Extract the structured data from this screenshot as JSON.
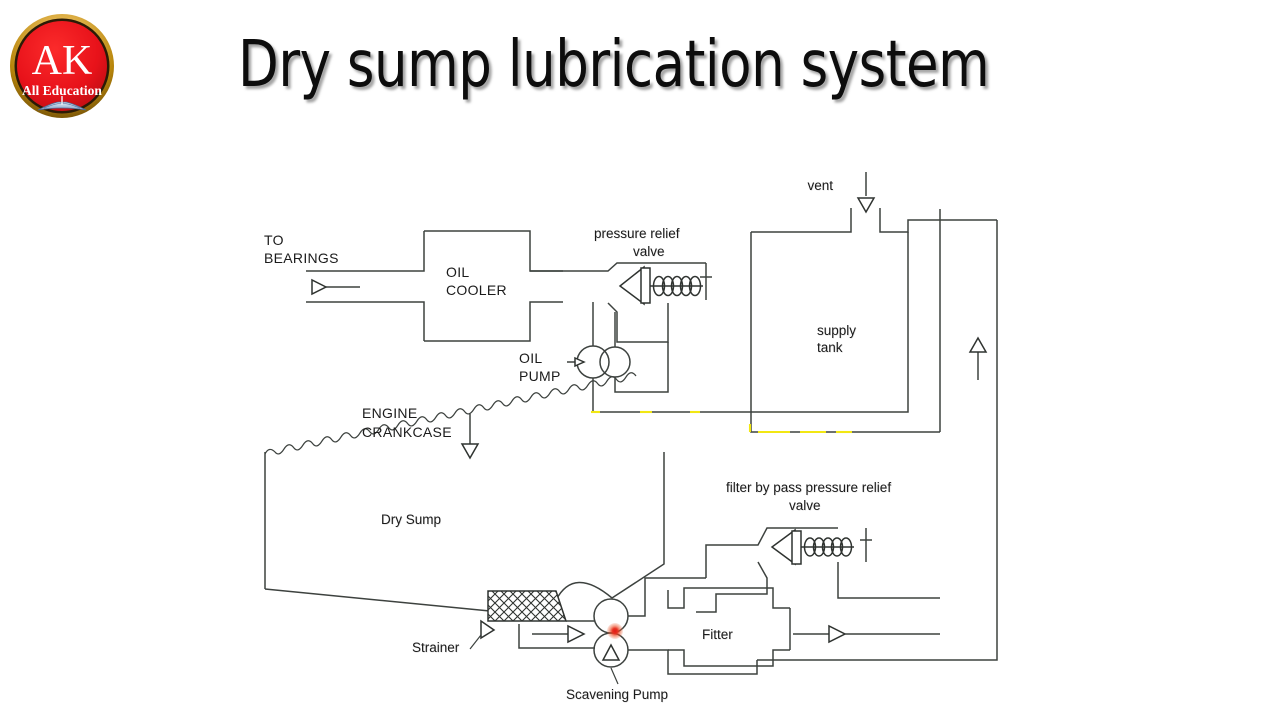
{
  "slide": {
    "title": "Dry sump lubrication system",
    "background_color": "#ffffff",
    "text_color": "#0d0d0d"
  },
  "logo": {
    "initials": "AK",
    "tagline": "All Education",
    "ring_color": "#d4a017",
    "disc_color": "#e8121a",
    "text_color": "#ffffff"
  },
  "diagram": {
    "type": "engineering-schematic",
    "subject": "Dry sump lubrication system",
    "line_color": "#3d423f",
    "highlight_color": "#f2e713",
    "cursor_color": "#e01a1a",
    "labels": {
      "to_bearings_line1": "TO",
      "to_bearings_line2": "BEARINGS",
      "oil_cooler_line1": "OIL",
      "oil_cooler_line2": "COOLER",
      "pressure_relief_line1": "pressure relief",
      "pressure_relief_line2": "valve",
      "vent": "vent",
      "supply_tank_line1": "supply",
      "supply_tank_line2": "tank",
      "oil_pump_line1": "OIL",
      "oil_pump_line2": "PUMP",
      "engine_crankcase_line1": "ENGINE",
      "engine_crankcase_line2": "CRANKCASE",
      "dry_sump": "Dry Sump",
      "strainer": "Strainer",
      "scavenging_pump": "Scavening Pump",
      "filter": "Fitter",
      "filter_bypass_line1": "filter by pass pressure relief",
      "filter_bypass_line2": "valve"
    },
    "components": [
      "oil-cooler",
      "pressure-relief-valve",
      "supply-tank",
      "vent",
      "oil-pump",
      "engine-crankcase",
      "dry-sump",
      "strainer",
      "scavenging-pump",
      "filter",
      "filter-bypass-pressure-relief-valve"
    ],
    "flow_arrows": [
      "to-bearings-left",
      "vent-down",
      "supply-tank-return-up",
      "crankcase-down",
      "strainer-right",
      "scavenging-pump-up",
      "filter-outlet-right"
    ]
  }
}
